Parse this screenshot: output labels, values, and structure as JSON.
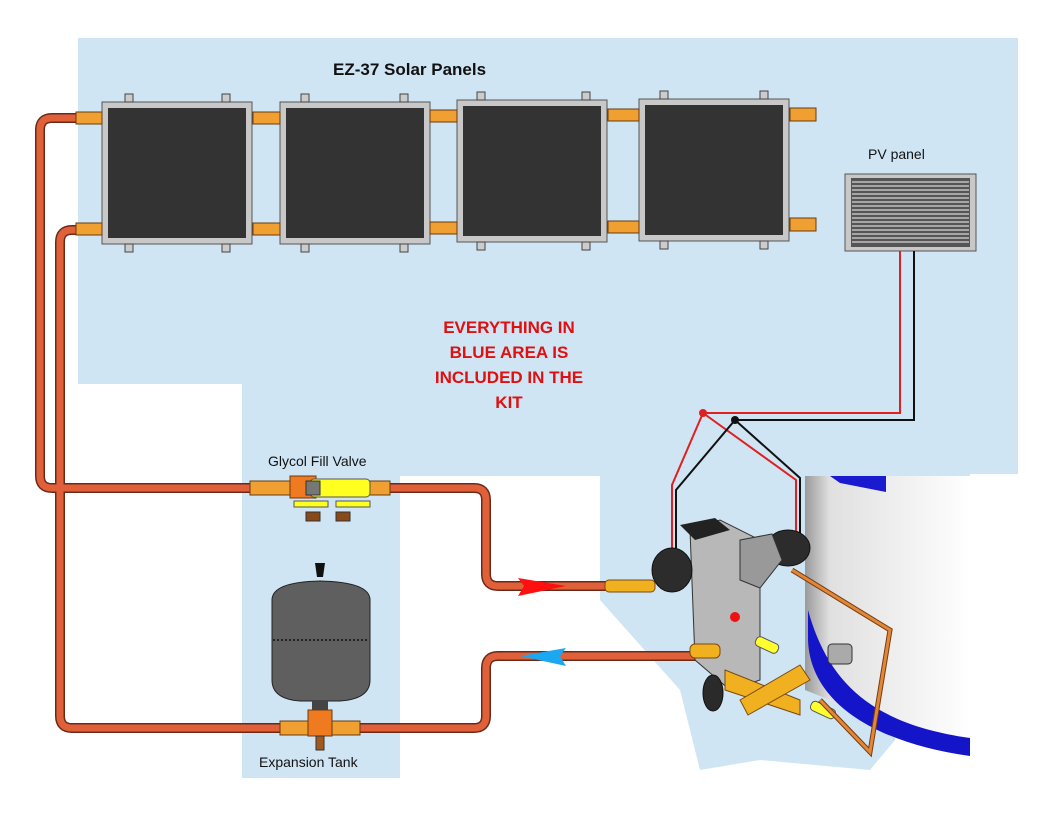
{
  "diagram": {
    "title": "EZ-37 Solar Panels",
    "pv_panel_label": "PV panel",
    "notice_lines": [
      "EVERYTHING IN",
      "BLUE AREA IS",
      "INCLUDED IN THE",
      "KIT"
    ],
    "glycol_valve_label": "Glycol Fill Valve",
    "expansion_tank_label": "Expansion Tank",
    "solar_panel_count": 4,
    "colors": {
      "kit_area": "#cfe5f3",
      "pipe": "#e0603a",
      "panel_glass": "#333333",
      "panel_frame": "#c8c8c8",
      "supply_arrow": "#ff0000",
      "return_arrow": "#1aa8f0",
      "wire_positive": "#e02020",
      "wire_negative": "#111111",
      "notice_text": "#e01010",
      "tank_body": "#5f5f5f",
      "fitting_brass": "#f0a030",
      "valve_handle": "#ffff20"
    }
  }
}
